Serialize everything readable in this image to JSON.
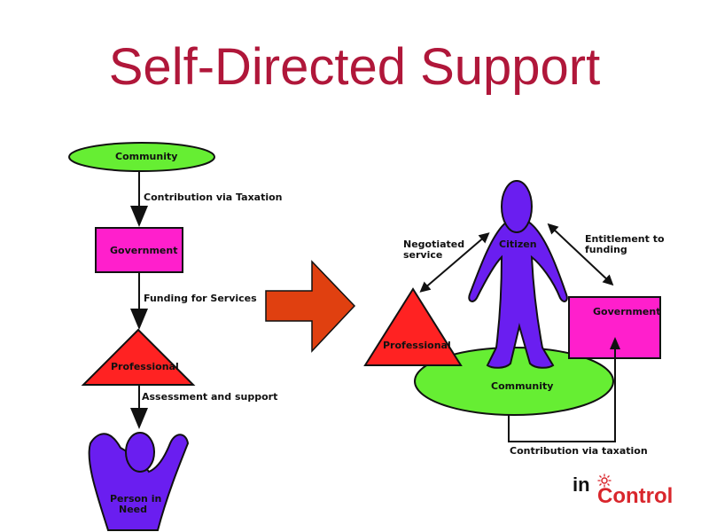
{
  "title": "Self-Directed Support",
  "left_flow": {
    "community": "Community",
    "contribution": "Contribution via Taxation",
    "government": "Government",
    "funding": "Funding for Services",
    "professional": "Professional",
    "assessment": "Assessment and support",
    "person_line1": "Person in",
    "person_line2": "Need"
  },
  "right_model": {
    "citizen": "Citizen",
    "negotiated_line1": "Negotiated",
    "negotiated_line2": "service",
    "entitlement_line1": "Entitlement to",
    "entitlement_line2": "funding",
    "government": "Government",
    "professional": "Professional",
    "community": "Community",
    "contribution": "Contribution via taxation"
  },
  "logo": {
    "in": "in",
    "control": "Control"
  },
  "colors": {
    "title": "#b0173a",
    "green": "#66ee33",
    "magenta": "#ff1fcc",
    "red": "#ff2222",
    "purple": "#6a1ef0",
    "arrow": "#e04010"
  }
}
